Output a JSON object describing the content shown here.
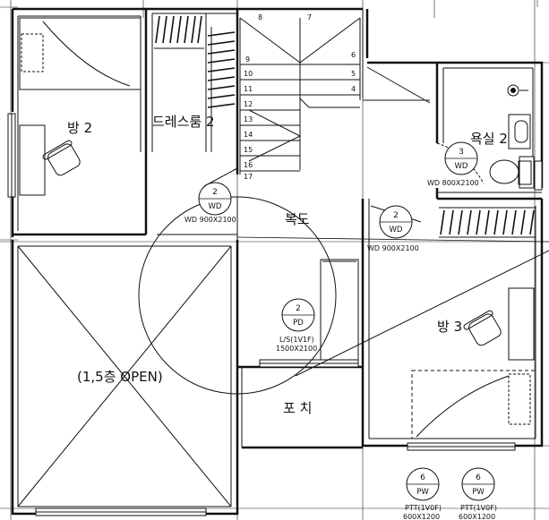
{
  "rooms": {
    "room2": "방 2",
    "dressroom": "드레스룸 2",
    "bath": "욕실 2",
    "corridor": "복도",
    "room3": "방 3",
    "open": "(1,5층 OPEN)",
    "porch": "포 치"
  },
  "stairs": {
    "left": [
      "8",
      "9",
      "10",
      "11",
      "12",
      "13",
      "14",
      "15",
      "16",
      "17"
    ],
    "right": [
      "7",
      "6",
      "5",
      "4"
    ]
  },
  "doors": [
    {
      "num": "2",
      "code": "WD",
      "spec": "WD 900X2100"
    },
    {
      "num": "3",
      "code": "WD",
      "spec": "WD 800X2100"
    },
    {
      "num": "2",
      "code": "WD",
      "spec": "WD 900X2100"
    },
    {
      "num": "2",
      "code": "PD",
      "spec_line1": "L/S(1V1F)",
      "spec_line2": "1500X2100"
    }
  ],
  "windows": [
    {
      "num": "6",
      "code": "PW",
      "spec_line1": "PTT(1V0F)",
      "spec_line2": "600X1200"
    },
    {
      "num": "6",
      "code": "PW",
      "spec_line1": "PTT(1V0F)",
      "spec_line2": "600X1200"
    }
  ]
}
